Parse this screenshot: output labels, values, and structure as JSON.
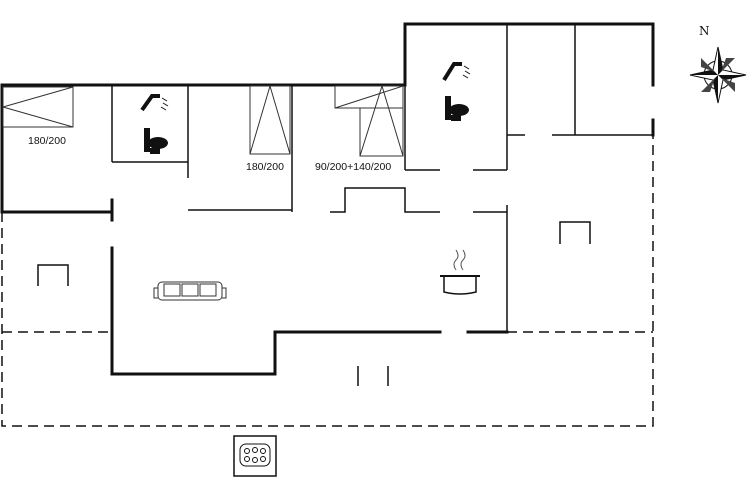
{
  "labels": {
    "bed_1": "180/200",
    "bed_2": "180/200",
    "bed_3": "90/200+140/200"
  },
  "compass": {
    "north": "N"
  },
  "icons": [
    "shower-icon",
    "toilet-icon",
    "sofa-icon",
    "stove-pot-icon",
    "table-icon",
    "hot-tub-icon",
    "compass-rose-icon"
  ]
}
